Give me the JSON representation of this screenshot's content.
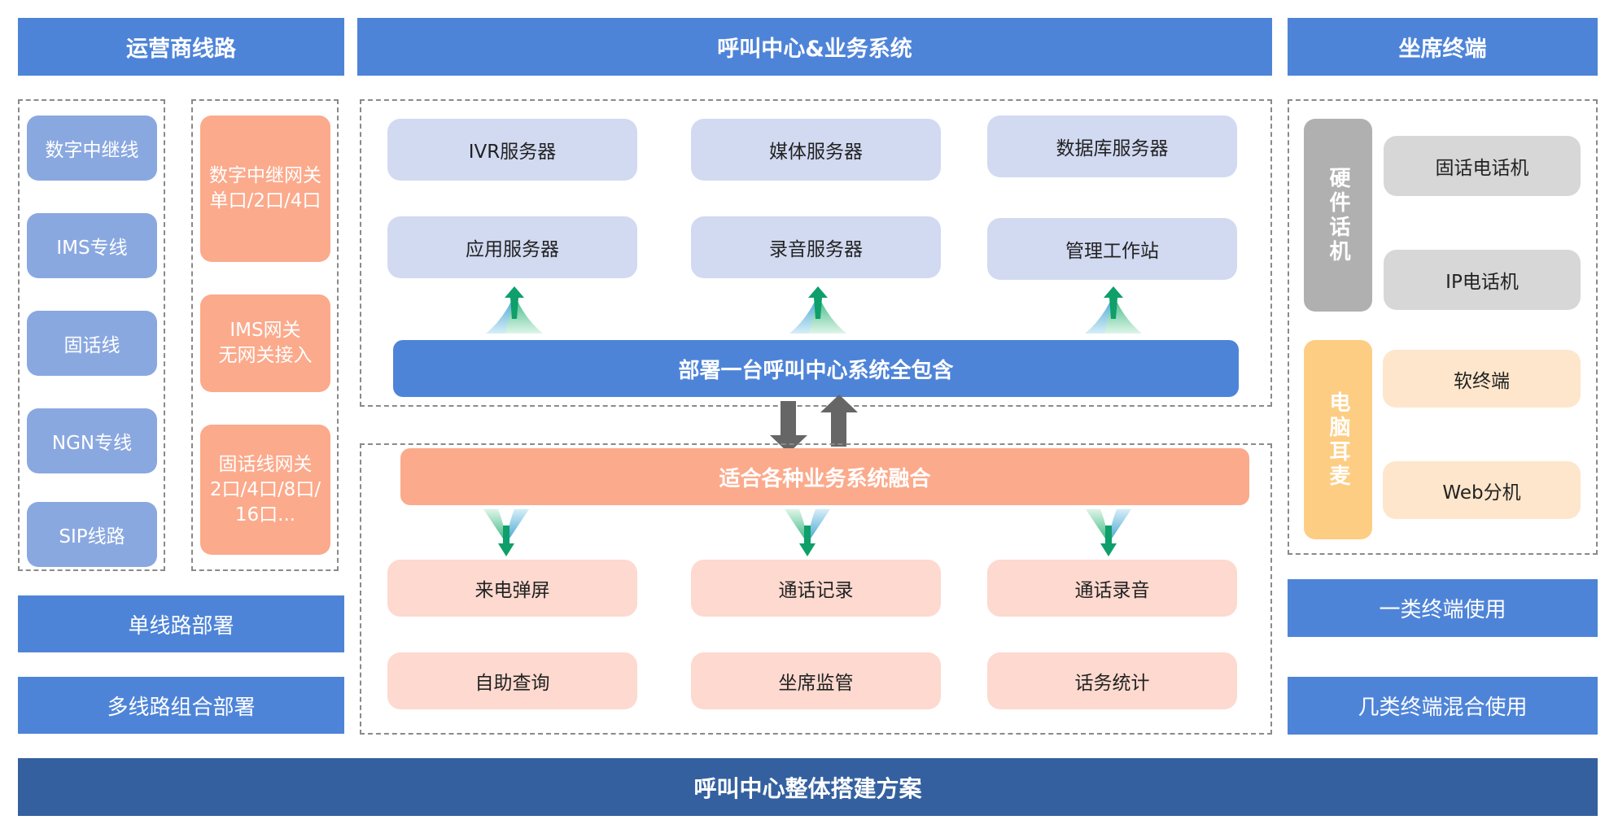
{
  "headers": {
    "carrier": "运营商线路",
    "center": "呼叫中心&业务系统",
    "agent": "坐席终端"
  },
  "carrier": {
    "lines": [
      "数字中继线",
      "IMS专线",
      "固话线",
      "NGN专线",
      "SIP线路"
    ],
    "gateways": [
      [
        "数字中继网关",
        "单口/2口/4口"
      ],
      [
        "IMS网关",
        "无网关接入"
      ],
      [
        "固话线网关",
        "2口/4口/8口/",
        "16口..."
      ]
    ],
    "deploy": [
      "单线路部署",
      "多线路组合部署"
    ]
  },
  "center": {
    "servers": [
      "IVR服务器",
      "媒体服务器",
      "数据库服务器",
      "应用服务器",
      "录音服务器",
      "管理工作站"
    ],
    "deploy_bar": "部署一台呼叫中心系统全包含",
    "integrate_bar": "适合各种业务系统融合",
    "functions": [
      "来电弹屏",
      "通话记录",
      "通话录音",
      "自助查询",
      "坐席监管",
      "话务统计"
    ]
  },
  "agent": {
    "hardware_label": "硬件话机",
    "hardware_items": [
      "固话电话机",
      "IP电话机"
    ],
    "pc_label": "电脑耳麦",
    "pc_items": [
      "软终端",
      "Web分机"
    ],
    "usage": [
      "一类终端使用",
      "几类终端混合使用"
    ]
  },
  "footer": "呼叫中心整体搭建方案",
  "colors": {
    "header_blue": "#4e84d8",
    "footer_blue": "#34609f",
    "light_blue": "#8aa8e0",
    "orange": "#fbaa8c",
    "server_fill": "#d2daf2",
    "function_fill": "#fdd9cf",
    "hardware_gray": "#b0b0b0",
    "pc_yellow": "#fdcd84",
    "arrow_gray": "#666666",
    "arrow_green": "#0e9f6a",
    "arrow_teal": "#4aa6d0"
  }
}
